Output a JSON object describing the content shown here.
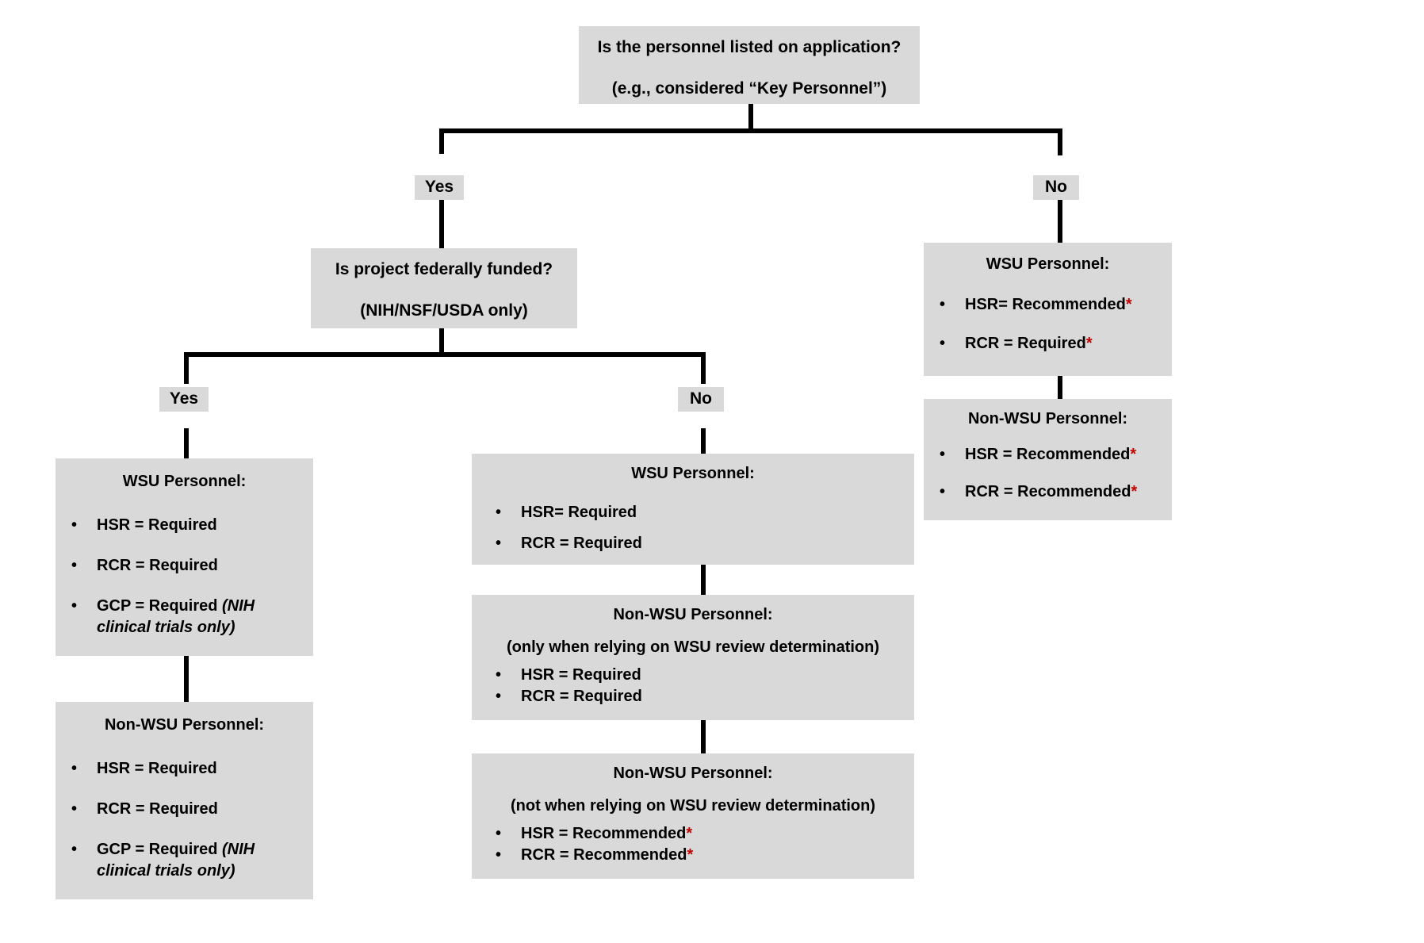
{
  "diagram": {
    "title_node": {
      "line1": "Is the personnel listed on application?",
      "line2": "(e.g., considered “Key Personnel”)"
    },
    "branch_labels": {
      "root_yes": "Yes",
      "root_no": "No",
      "funded_yes": "Yes",
      "funded_no": "No"
    },
    "funding_node": {
      "line1": "Is project federally funded?",
      "line2": "(NIH/NSF/USDA only)"
    },
    "left_wsu": {
      "title": "WSU Personnel:",
      "items": [
        {
          "text": "HSR = Required",
          "note": "",
          "star": false
        },
        {
          "text": "RCR = Required",
          "note": "",
          "star": false
        },
        {
          "text": "GCP = Required ",
          "note": "(NIH clinical trials only)",
          "star": false
        }
      ]
    },
    "left_nonwsu": {
      "title": "Non-WSU Personnel:",
      "items": [
        {
          "text": "HSR = Required",
          "note": "",
          "star": false
        },
        {
          "text": "RCR = Required",
          "note": "",
          "star": false
        },
        {
          "text": "GCP = Required ",
          "note": "(NIH clinical trials only)",
          "star": false
        }
      ]
    },
    "mid_wsu": {
      "title": "WSU Personnel:",
      "items": [
        {
          "text": "HSR= Required",
          "note": "",
          "star": false
        },
        {
          "text": "RCR = Required",
          "note": "",
          "star": false
        }
      ]
    },
    "mid_nonwsu_relying": {
      "title": "Non-WSU Personnel:",
      "subtitle": "(only when relying on WSU review determination)",
      "items": [
        {
          "text": "HSR = Required",
          "note": "",
          "star": false
        },
        {
          "text": "RCR = Required",
          "note": "",
          "star": false
        }
      ]
    },
    "mid_nonwsu_not_relying": {
      "title": "Non-WSU Personnel:",
      "subtitle": "(not when relying on WSU review determination)",
      "items": [
        {
          "text": "HSR = Recommended",
          "note": "",
          "star": true
        },
        {
          "text": "RCR = Recommended",
          "note": "",
          "star": true
        }
      ]
    },
    "right_wsu": {
      "title": "WSU Personnel:",
      "items": [
        {
          "text": "HSR= Recommended",
          "note": "",
          "star": true
        },
        {
          "text": "RCR = Required",
          "note": "",
          "star": true
        }
      ]
    },
    "right_nonwsu": {
      "title": "Non-WSU Personnel:",
      "items": [
        {
          "text": "HSR = Recommended",
          "note": "",
          "star": true
        },
        {
          "text": "RCR = Recommended",
          "note": "",
          "star": true
        }
      ]
    },
    "colors": {
      "box_fill": "#d9d9d9",
      "connector": "#000000",
      "asterisk": "#c00000",
      "text": "#000000",
      "background": "#ffffff"
    }
  }
}
